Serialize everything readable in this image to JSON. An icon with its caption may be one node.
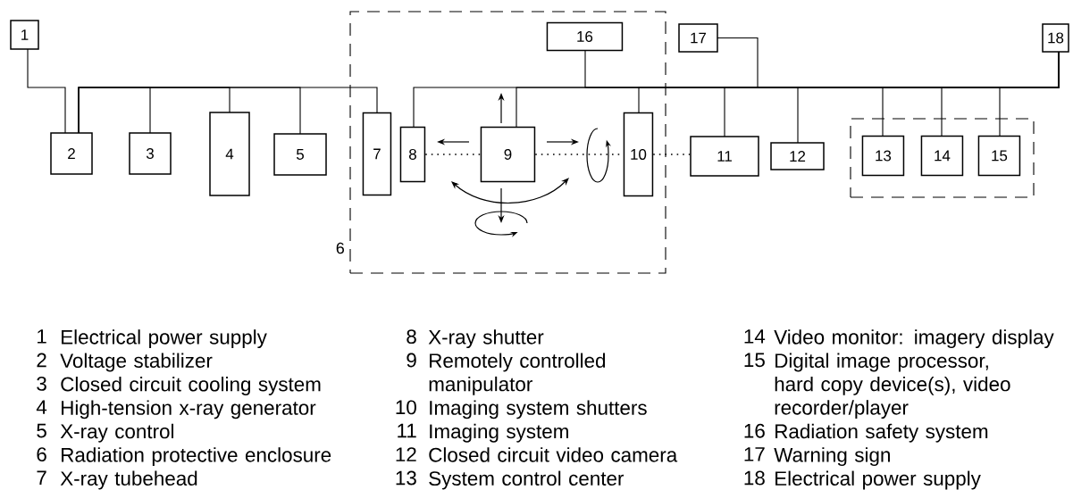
{
  "diagram": {
    "nodes": [
      {
        "text": [
          "1"
        ]
      },
      {
        "text": [
          "2"
        ]
      },
      {
        "text": [
          "3"
        ]
      },
      {
        "text": [
          "4"
        ]
      },
      {
        "text": [
          "5"
        ]
      },
      {
        "text": [
          "6"
        ]
      },
      {
        "text": [
          "7"
        ],
        "in": 5
      },
      {
        "text": [
          "8"
        ],
        "in": 5
      },
      {
        "text": [
          "9"
        ],
        "in": 5
      },
      {
        "text": [
          "10"
        ],
        "in": 5
      },
      {
        "text": [
          "16"
        ],
        "in": 5
      },
      {
        "text": [
          "11"
        ]
      },
      {
        "text": [
          "12"
        ]
      },
      {
        "text": [],
        "shape": "box"
      },
      {
        "text": [
          "13"
        ],
        "in": 13
      },
      {
        "text": [
          "14"
        ],
        "in": 13
      },
      {
        "text": [
          "15"
        ],
        "in": 13
      },
      {
        "text": [
          "17"
        ]
      },
      {
        "text": [
          "18"
        ]
      }
    ],
    "edges": [
      {
        "from": 0,
        "to": 1,
        "arrow": "none"
      },
      {
        "from": 1,
        "to": 2,
        "arrow": "none"
      },
      {
        "from": 1,
        "to": 3,
        "arrow": "none"
      },
      {
        "from": 1,
        "to": 4,
        "arrow": "none"
      },
      {
        "from": 1,
        "to": 6,
        "arrow": "none"
      },
      {
        "from": 18,
        "to": 7,
        "arrow": "none"
      },
      {
        "from": 18,
        "to": 8,
        "arrow": "none"
      },
      {
        "from": 18,
        "to": 10,
        "arrow": "none"
      },
      {
        "from": 18,
        "to": 9,
        "arrow": "none"
      },
      {
        "from": 18,
        "to": 17,
        "arrow": "none"
      },
      {
        "from": 18,
        "to": 11,
        "arrow": "none"
      },
      {
        "from": 18,
        "to": 12,
        "arrow": "none"
      },
      {
        "from": 18,
        "to": 14,
        "arrow": "none"
      },
      {
        "from": 18,
        "to": 15,
        "arrow": "none"
      },
      {
        "from": 18,
        "to": 16,
        "arrow": "none"
      },
      {
        "from": 7,
        "to": 8,
        "arrow": "none",
        "style": "dashed"
      },
      {
        "from": 8,
        "to": 9,
        "arrow": "none",
        "style": "dashed"
      },
      {
        "from": 9,
        "to": 11,
        "arrow": "none",
        "style": "dashed"
      }
    ],
    "labels": [
      "1",
      "Electrical power supply",
      "2",
      "Voltage stabilizer",
      "3",
      "Closed circuit cooling system",
      "4",
      "High-tension x-ray generator",
      "5",
      "X-ray control",
      "6",
      "Radiation protective enclosure",
      "7",
      "X-ray tubehead",
      "8",
      "X-ray shutter",
      "9",
      "Remotely controlled manipulator",
      "10",
      "Imaging system shutters",
      "11",
      "Imaging system",
      "12",
      "Closed circuit video camera",
      "13",
      "System control center",
      "14",
      "Video monitor: imagery display",
      "15",
      "Digital image processor, hard copy device(s), video recorder/player",
      "16",
      "Radiation safety system",
      "17",
      "Warning sign",
      "18",
      "Electrical power supply"
    ]
  }
}
